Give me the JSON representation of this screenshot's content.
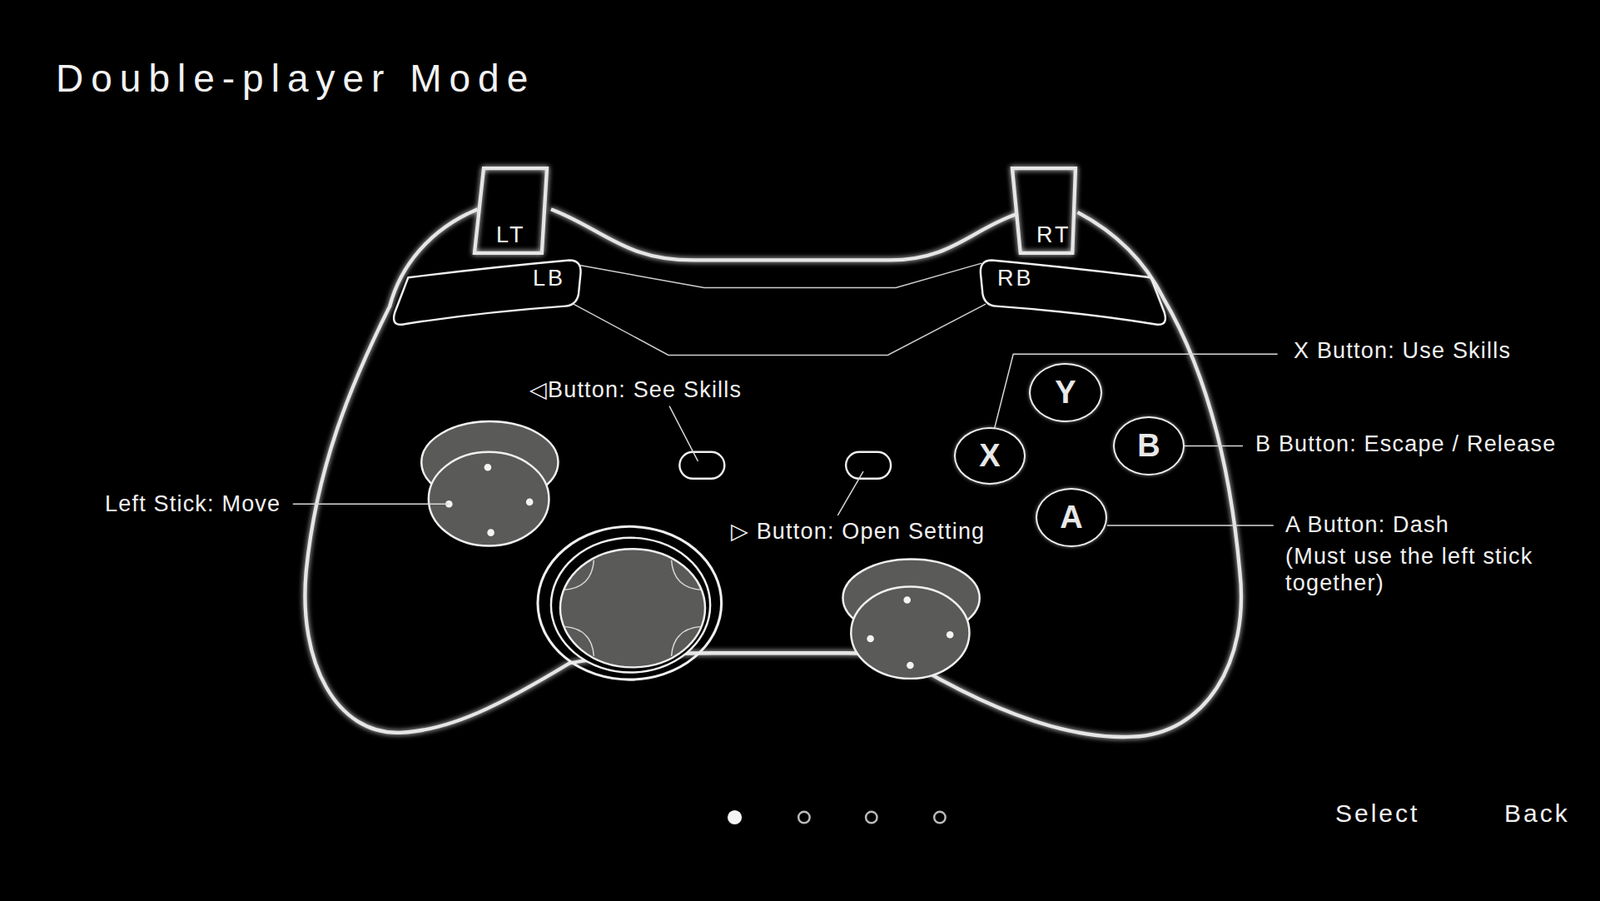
{
  "diagram": {
    "title": "Double-player Mode",
    "nodes": [
      {
        "text": [
          "LT"
        ]
      },
      {
        "text": [
          "RT"
        ]
      },
      {
        "text": [
          "LB"
        ]
      },
      {
        "text": [
          "RB"
        ]
      },
      {
        "text": [
          "Y"
        ]
      },
      {
        "text": [
          "X"
        ]
      },
      {
        "text": [
          "B"
        ]
      },
      {
        "text": [
          "A"
        ]
      }
    ],
    "labels": [
      "◁Button: See Skills",
      "X Button: Use Skills",
      "Left Stick: Move",
      "B Button: Escape / Release",
      "▷ Button: Open Setting",
      "A Button: Dash",
      "(Must use the left stick together)",
      "Select",
      "Back"
    ]
  }
}
